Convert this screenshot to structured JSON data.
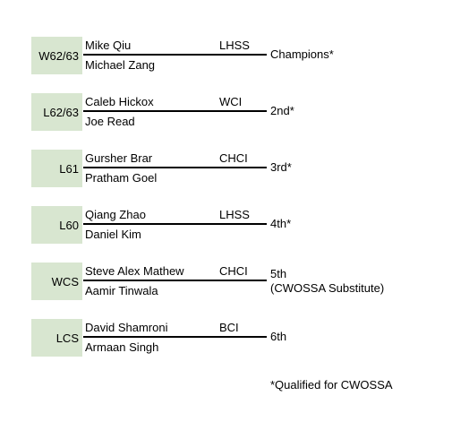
{
  "matches": [
    {
      "seed": "W62/63",
      "top": "Mike Qiu",
      "bottom": "Michael Zang",
      "school": "LHSS",
      "result": "Champions*",
      "note": ""
    },
    {
      "seed": "L62/63",
      "top": "Caleb Hickox",
      "bottom": "Joe Read",
      "school": "WCI",
      "result": "2nd*",
      "note": ""
    },
    {
      "seed": "L61",
      "top": "Gursher Brar",
      "bottom": "Pratham Goel",
      "school": "CHCI",
      "result": "3rd*",
      "note": ""
    },
    {
      "seed": "L60",
      "top": "Qiang Zhao",
      "bottom": "Daniel Kim",
      "school": "LHSS",
      "result": "4th*",
      "note": ""
    },
    {
      "seed": "WCS",
      "top": "Steve Alex Mathew",
      "bottom": "Aamir Tinwala",
      "school": "CHCI",
      "result": "5th",
      "note": "(CWOSSA Substitute)"
    },
    {
      "seed": "LCS",
      "top": "David Shamroni",
      "bottom": "Armaan Singh",
      "school": "BCI",
      "result": "6th",
      "note": ""
    }
  ],
  "footnote": "*Qualified for CWOSSA",
  "colors": {
    "seed_fill": "#d8e6d0"
  }
}
